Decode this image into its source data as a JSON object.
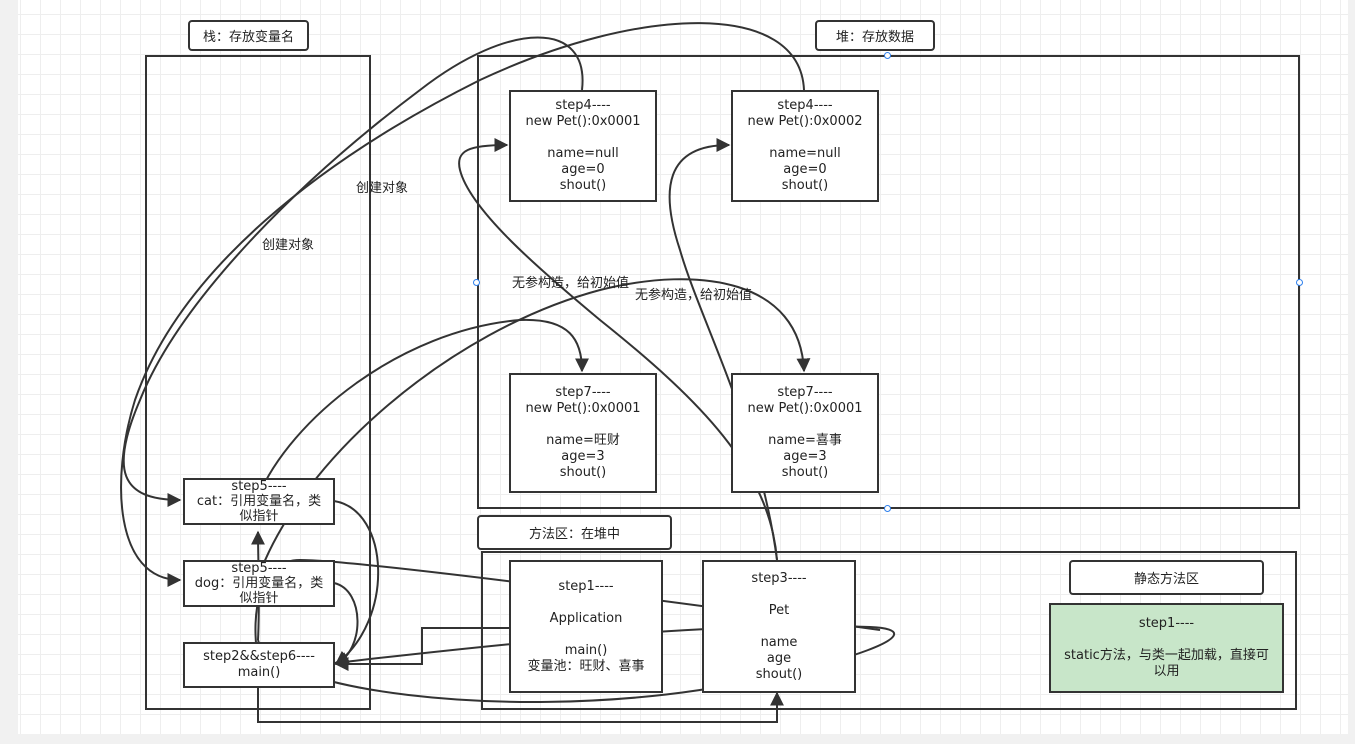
{
  "regions": {
    "stack_title": "栈：存放变量名",
    "heap_title": "堆：存放数据",
    "method_area_title": "方法区：在堆中",
    "static_area_title": "静态方法区"
  },
  "heap_nodes": {
    "step4_a": [
      "step4----",
      "new Pet():0x0001",
      "",
      "name=null",
      "age=0",
      "shout()"
    ],
    "step4_b": [
      "step4----",
      "new Pet():0x0002",
      "",
      "name=null",
      "age=0",
      "shout()"
    ],
    "step7_a": [
      "step7----",
      "new Pet():0x0001",
      "",
      "name=旺财",
      "age=3",
      "shout()"
    ],
    "step7_b": [
      "step7----",
      "new Pet():0x0001",
      "",
      "name=喜事",
      "age=3",
      "shout()"
    ]
  },
  "stack_nodes": {
    "cat": [
      "step5----",
      "cat：引用变量名，类",
      "似指针"
    ],
    "dog": [
      "step5----",
      "dog：引用变量名，类",
      "似指针"
    ],
    "main": [
      "step2&&step6----",
      "main()"
    ]
  },
  "method_nodes": {
    "application": [
      "step1----",
      "",
      "Application",
      "",
      "main()",
      "变量池：旺财、喜事"
    ],
    "pet": [
      "step3----",
      "",
      "Pet",
      "",
      "name",
      "age",
      "shout()"
    ],
    "static": [
      "step1----",
      "",
      "static方法，与类一起加载，直接可",
      "以用"
    ]
  },
  "edge_labels": {
    "create_object_1": "创建对象",
    "create_object_2": "创建对象",
    "no_arg_ctor_1": "无参构造，给初始值",
    "no_arg_ctor_2": "无参构造，给初始值"
  },
  "colors": {
    "line": "#333333",
    "static_fill": "#c8e6c9",
    "selection_handle": "#2f80ed"
  }
}
